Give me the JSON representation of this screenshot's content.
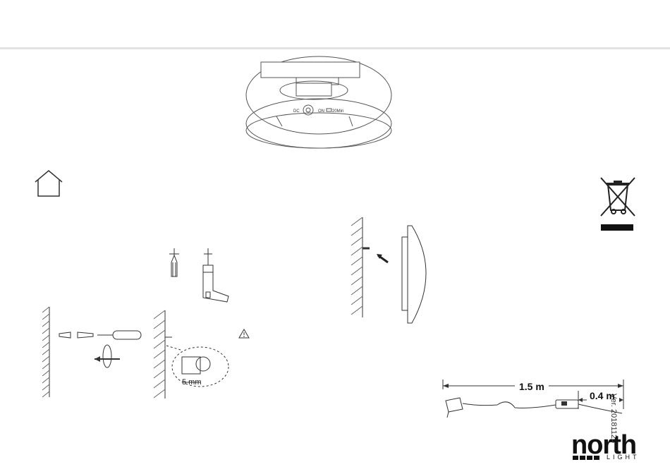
{
  "top_product_view": {
    "dc_label": "DC",
    "on_label": "ON",
    "timer_label": "20Min"
  },
  "mounting": {
    "drill_depth_label": "5 mm",
    "warning_icon": "warning-triangle-icon",
    "home_icon": "indoor-house-icon"
  },
  "cable": {
    "total_length": "1.5 m",
    "switch_length": "0.4 m"
  },
  "weee_icon": "crossed-out-wheelie-bin-icon",
  "version": "Ver. 20181126",
  "logo": {
    "word": "north",
    "sub": "LIGHT"
  }
}
